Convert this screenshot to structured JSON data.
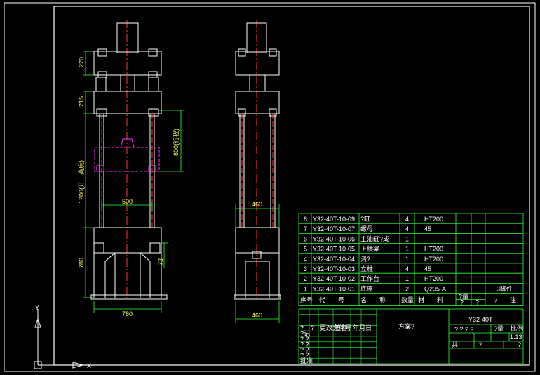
{
  "colors": {
    "background": "#000000",
    "frame": "#ffffff",
    "outline": "#ffffff",
    "centerline": "#ff3333",
    "dimension": "#33ff33",
    "dim_text": "#ffff66",
    "highlight": "#ff33ff",
    "table": "#33ff33",
    "table_text": "#ffffff"
  },
  "dimensions": {
    "front_top_height": "220",
    "front_beam_height": "215",
    "front_stroke": "800(行程)",
    "front_opening": "1200(开口高度)",
    "front_column_spacing": "500",
    "front_base_height": "780",
    "front_small": "72",
    "front_width": "780",
    "side_upper_width": "460",
    "side_base_width": "460"
  },
  "bom": {
    "rows": [
      {
        "no": "8",
        "code": "Y32-40T-10-09",
        "name": "?缸",
        "qty": "4",
        "material": "HT200",
        "note": ""
      },
      {
        "no": "7",
        "code": "Y32-40T-10-07",
        "name": "螺母",
        "qty": "4",
        "material": "45",
        "note": ""
      },
      {
        "no": "6",
        "code": "Y32-40T-10-06",
        "name": "主油缸?成",
        "qty": "1",
        "material": "",
        "note": ""
      },
      {
        "no": "5",
        "code": "Y32-40T-10-05",
        "name": "上横梁",
        "qty": "1",
        "material": "HT200",
        "note": ""
      },
      {
        "no": "4",
        "code": "Y32-40T-10-04",
        "name": "滑?",
        "qty": "1",
        "material": "HT200",
        "note": ""
      },
      {
        "no": "3",
        "code": "Y32-40T-10-03",
        "name": "立柱",
        "qty": "4",
        "material": "45",
        "note": ""
      },
      {
        "no": "2",
        "code": "Y32-40T-10-02",
        "name": "工作台",
        "qty": "1",
        "material": "HT200",
        "note": ""
      },
      {
        "no": "1",
        "code": "Y32-40T-10-01",
        "name": "底座",
        "qty": "2",
        "material": "Q235-A",
        "note": "3脚件"
      }
    ],
    "header": {
      "no": "序号",
      "code": "代　　号",
      "name": "名　　称",
      "qty": "数量",
      "material": "材　　料",
      "weight_single": "?",
      "weight_total": "?",
      "weight_label": "?量",
      "note": "?　　注"
    }
  },
  "title_block": {
    "drawing_name": "方案?",
    "drawing_number": "Y32-40T",
    "stage_label": "? ? ? ?",
    "weight_label": "?量",
    "scale_label": "比例",
    "scale": "1:13",
    "sheet_a": "共",
    "sheet_b": "?",
    "sheet_c": "?",
    "left_rows": [
      "?记",
      "? ?",
      "? ?",
      "? ?",
      "? ?",
      "批准"
    ],
    "left_cols": [
      "?",
      "?",
      "更改文件号",
      "签名",
      "年月日"
    ]
  },
  "ucs": {
    "y_label": "Y",
    "x_label": "X"
  }
}
